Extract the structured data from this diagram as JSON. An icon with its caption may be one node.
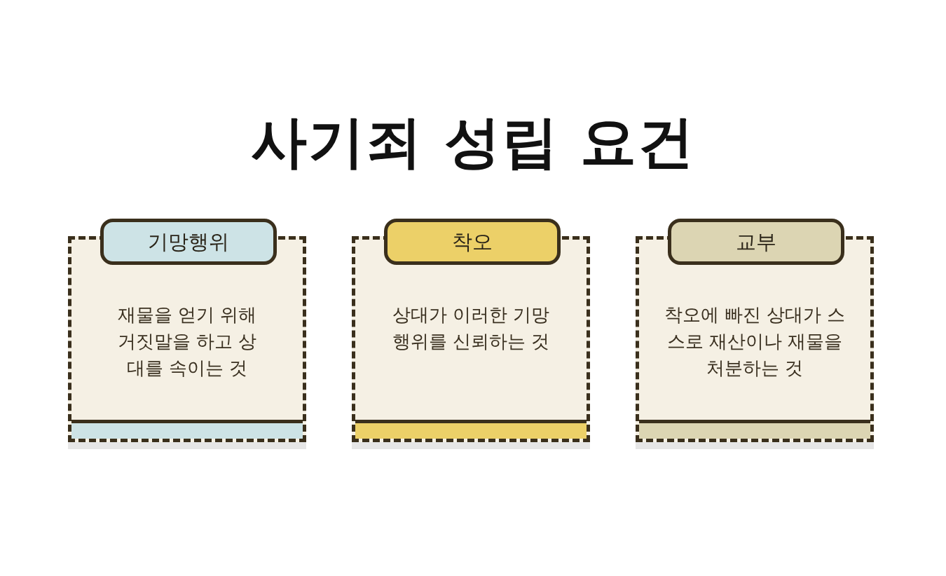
{
  "diagram": {
    "title": "사기죄 성립 요건",
    "nodes": [
      {
        "text": [
          "기망행위",
          "재물을 얻기 위해 거짓말을 하고 상대를 속이는 것"
        ]
      },
      {
        "text": [
          "착오",
          "상대가 이러한 기망행위를 신뢰하는 것"
        ]
      },
      {
        "text": [
          "교부",
          "착오에 빠진 상대가 스스로 재산이나 재물을 처분하는 것"
        ]
      }
    ]
  }
}
